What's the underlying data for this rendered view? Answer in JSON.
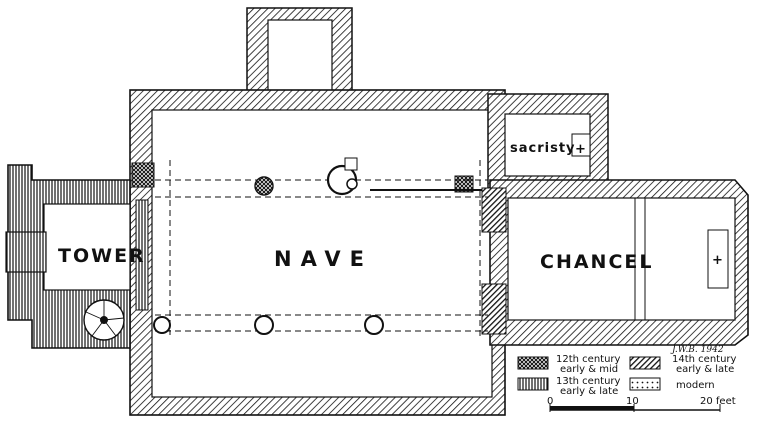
{
  "plan": {
    "rooms": {
      "tower": "TOWER",
      "nave": "NAVE",
      "chancel": "CHANCEL",
      "sacristy": "sacristy"
    },
    "signature": "J.W.B. 1942",
    "altar_mark": "+",
    "legend": [
      {
        "line1": "12th century",
        "line2": "early & mid",
        "pattern": "cross"
      },
      {
        "line1": "14th century",
        "line2": "early & late",
        "pattern": "heavy-hatch"
      },
      {
        "line1": "13th century",
        "line2": "early & late",
        "pattern": "vertical"
      },
      {
        "line1": "modern",
        "line2": "",
        "pattern": "dots"
      }
    ],
    "scale": {
      "ticks": [
        "0",
        "10",
        "20 feet"
      ]
    }
  }
}
